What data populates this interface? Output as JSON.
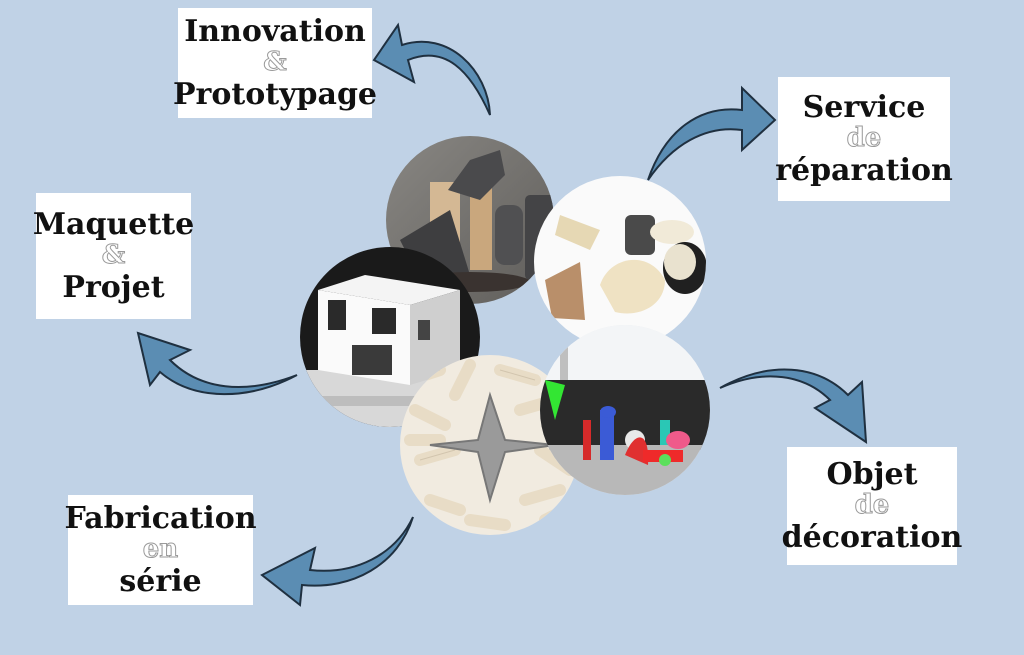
{
  "labels": {
    "innovation": {
      "line1": "Innovation",
      "connector": "&",
      "line2": "Prototypage"
    },
    "service": {
      "line1": "Service",
      "connector": "de",
      "line2": "réparation"
    },
    "maquette": {
      "line1": "Maquette",
      "connector": "&",
      "line2": "Projet"
    },
    "fabrication": {
      "line1": "Fabrication",
      "connector": "en",
      "line2": "série"
    },
    "objet": {
      "line1": "Objet",
      "connector": "de",
      "line2": "décoration"
    }
  },
  "colors": {
    "background": "#c0d2e6",
    "arrow": "#5b8db3",
    "arrow_outline": "#1f3040",
    "label_bg": "#ffffff"
  },
  "images": [
    {
      "name": "3d-printed-gray-parts-photo"
    },
    {
      "name": "cream-plastic-parts-photo"
    },
    {
      "name": "architectural-house-model-photo"
    },
    {
      "name": "white-pellets-tray-photo"
    },
    {
      "name": "colorful-printed-figurines-photo"
    }
  ]
}
